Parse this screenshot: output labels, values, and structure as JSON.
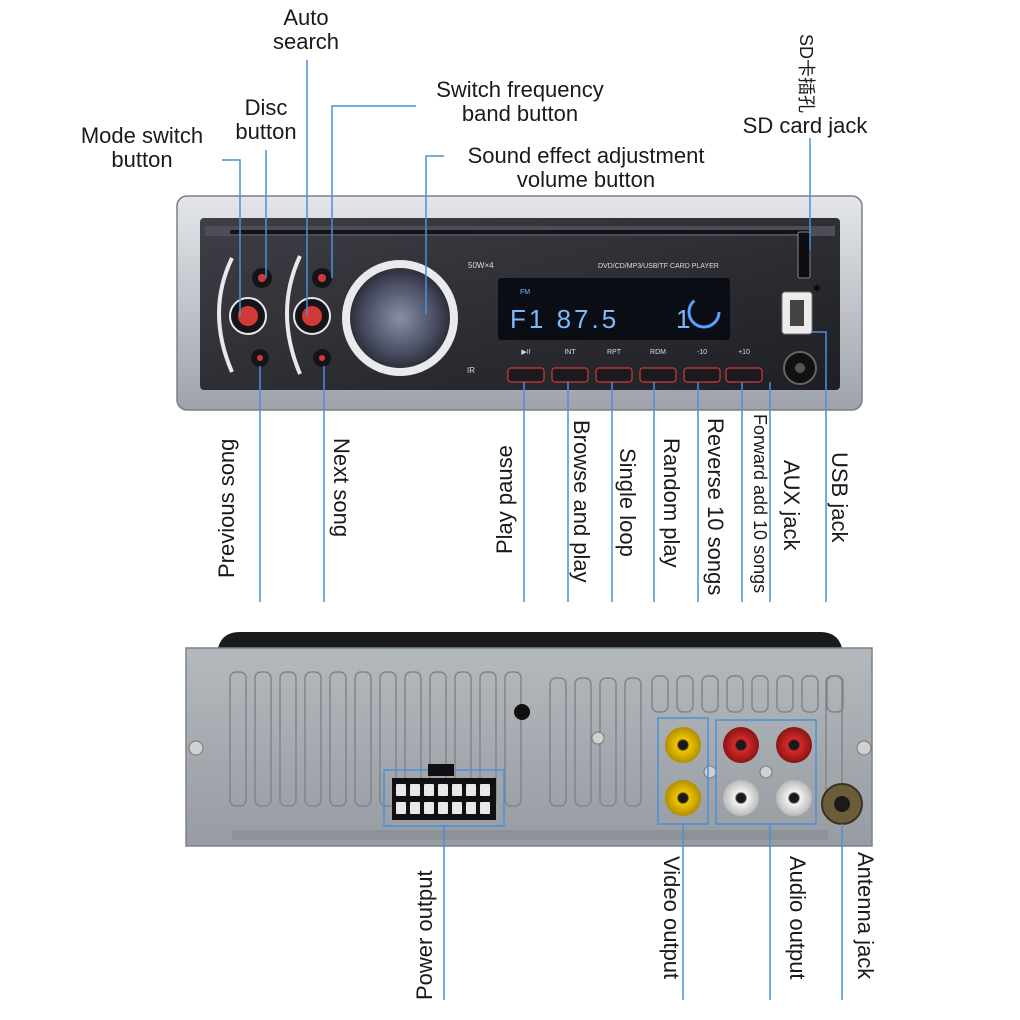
{
  "front_panel": {
    "power_label": "50W×4",
    "model_label": "DVD/CD/MP3/USB/TF  CARD PLAYER",
    "display_text": "F1 87.5",
    "display_channel": "1",
    "display_mode": "FM",
    "ir_label": "IR",
    "buttons": [
      "▶II",
      "INT",
      "RPT",
      "RDM",
      "-10",
      "+10"
    ]
  },
  "top_labels": {
    "auto_search": "Auto\nsearch",
    "disc_button": "Disc\nbutton",
    "mode_switch": "Mode switch\nbutton",
    "switch_band": "Switch frequency\nband button",
    "sound_effect": "Sound effect adjustment\nvolume button",
    "sd_card_jack": "SD card jack",
    "sd_card_cn": "SD卡插孔"
  },
  "front_bottom_labels": {
    "previous_song": "Previous song",
    "next_song": "Next song",
    "play_pause": "Play pause",
    "browse_play": "Browse and play",
    "single_loop": "Single loop",
    "random_play": "Random play",
    "reverse_10": "Reverse 10 songs",
    "forward_10": "Forward add 10 songs",
    "aux_jack": "AUX jack",
    "usb_jack": "USB jack"
  },
  "rear_labels": {
    "power_output": "Power output",
    "video_output": "Video output",
    "audio_output": "Audio output",
    "antenna_jack": "Antenna jack"
  },
  "colors": {
    "line": "#4a90d9",
    "panel_dark": "#2b2b33",
    "button_red": "#d23a3a",
    "lcd_blue": "#7fb8ff",
    "rear_gray": "#a7adb3"
  }
}
